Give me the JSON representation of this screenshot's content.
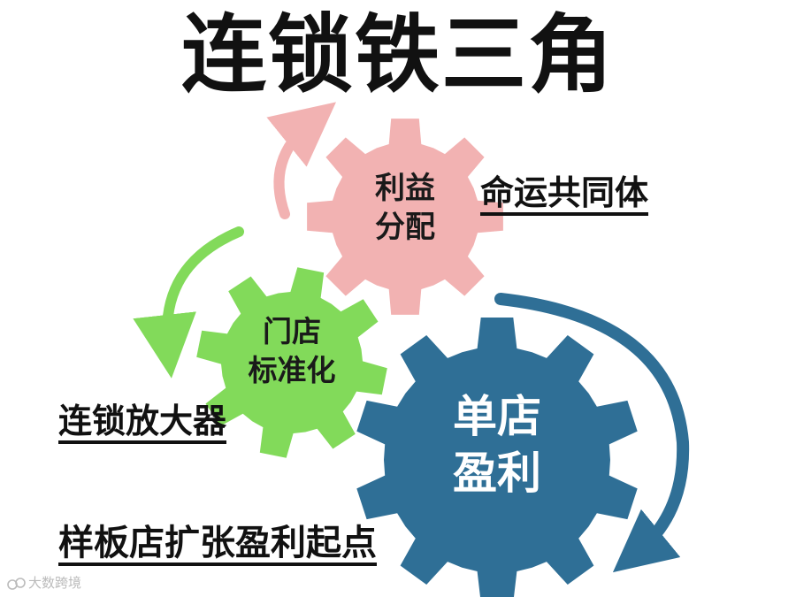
{
  "title": "连锁铁三角",
  "colors": {
    "profit_gear": "#f2b2b2",
    "store_gear": "#82da5a",
    "single_gear": "#2f6f96",
    "arrow_pink": "#f2b2b2",
    "arrow_green": "#82da5a",
    "arrow_blue": "#2f6f96"
  },
  "gears": {
    "profit": {
      "line1": "利益",
      "line2": "分配"
    },
    "store": {
      "line1": "门店",
      "line2": "标准化"
    },
    "single": {
      "line1": "单店",
      "line2": "盈利"
    }
  },
  "labels": {
    "top": "命运共同体",
    "left": "连锁放大器",
    "bottom": "样板店扩张盈利起点"
  },
  "watermark": {
    "text": "大数跨境",
    "icon": "watermark-logo-icon"
  }
}
